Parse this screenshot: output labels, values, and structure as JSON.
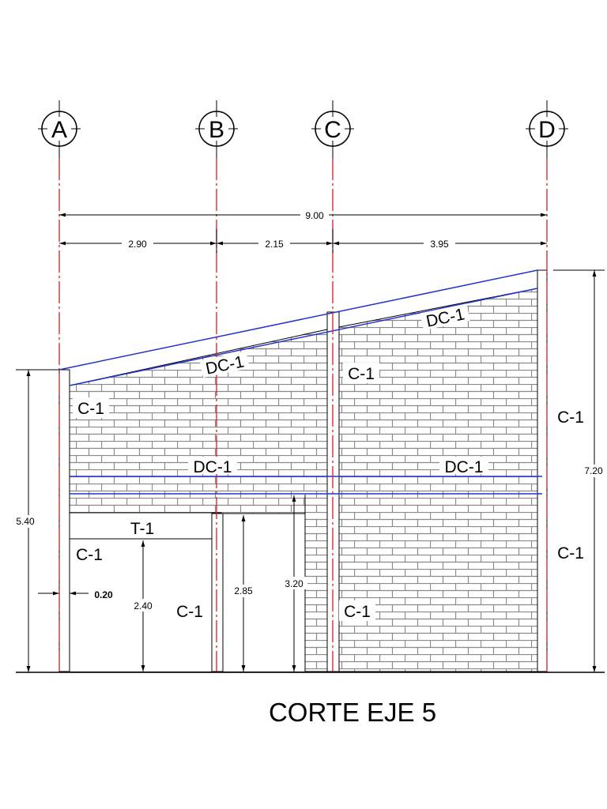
{
  "title": "CORTE EJE 5",
  "axes": [
    "A",
    "B",
    "C",
    "D"
  ],
  "dimensions": {
    "total_width": "9.00",
    "spans": [
      "2.90",
      "2.15",
      "3.95"
    ],
    "left_height": "5.40",
    "right_height": "7.20",
    "door_height_a": "2.40",
    "door_height_b": "2.85",
    "lintel_height": "3.20",
    "column_offset": "0.20"
  },
  "labels": {
    "beam_tilted_left": "DC-1",
    "beam_tilted_right": "DC-1",
    "beam_mid_left": "DC-1",
    "beam_mid_right": "DC-1",
    "col_a_upper": "C-1",
    "col_a_lower": "C-1",
    "col_b_lower": "C-1",
    "col_c_upper": "C-1",
    "col_c_lower": "C-1",
    "col_d_upper": "C-1",
    "col_d_lower": "C-1",
    "lintel": "T-1"
  },
  "colors": {
    "axis_line": "#d0202a",
    "beam": "#2233cc",
    "brick": "#8a8a8a",
    "ink": "#000000"
  }
}
